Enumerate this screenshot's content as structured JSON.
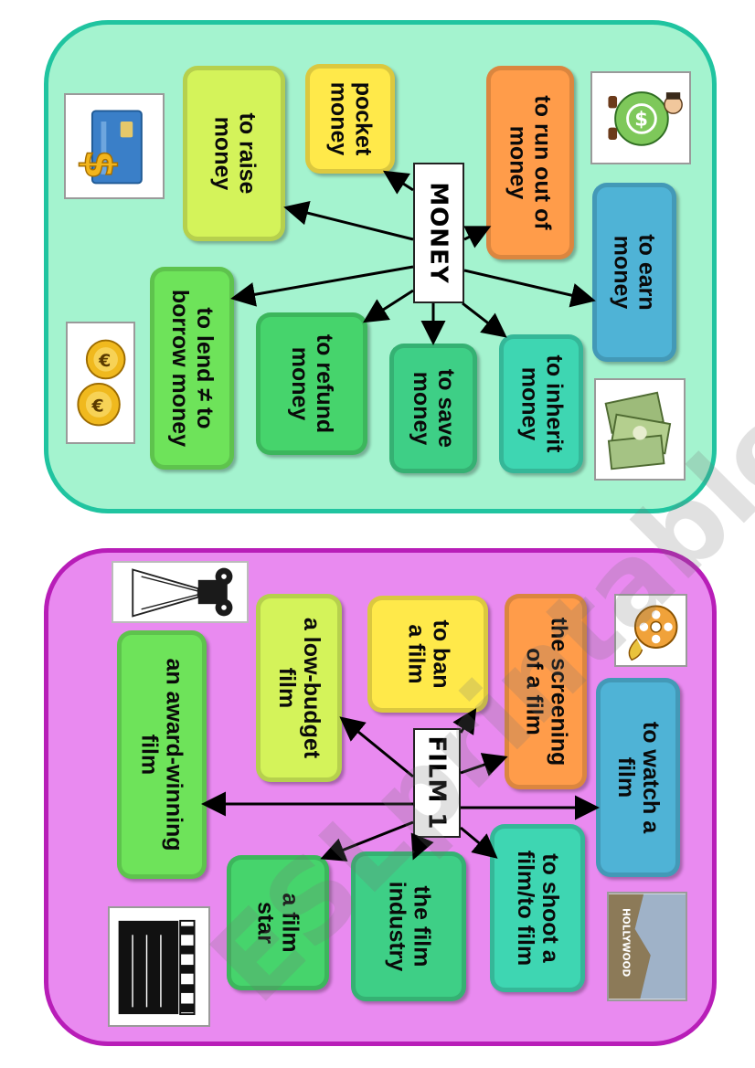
{
  "money": {
    "center": "MONEY",
    "items": {
      "pocket": "pocket\nmoney",
      "raise": "to raise\nmoney",
      "run_out": "to run out of\nmoney",
      "earn": "to earn\nmoney",
      "lend": "to lend ≠ to\nborrow money",
      "refund": "to refund\nmoney",
      "save": "to save\nmoney",
      "inherit": "to inherit\nmoney"
    },
    "icons": [
      "credit-card-dollar-icon",
      "money-bag-man-icon",
      "euro-coins-icon",
      "banknotes-stack-icon"
    ]
  },
  "film": {
    "center": "FILM 1",
    "items": {
      "low_budget": "a low-budget\nfilm",
      "ban": "to ban\na film",
      "screening": "the screening\nof a film",
      "watch": "to watch a\nfilm",
      "award": "an award-winning\nfilm",
      "star": "a film\nstar",
      "industry": "the film\nindustry",
      "shoot": "to shoot a\nfilm/to film"
    },
    "icons": [
      "movie-camera-icon",
      "film-reel-icon",
      "clapperboard-icon",
      "hollywood-sign-icon"
    ],
    "hollywood_label": "HOLLYWOOD"
  },
  "watermark": "ESLprintables.com",
  "colors": {
    "money_bg": "#a4f3cf",
    "money_border": "#20c4a0",
    "film_bg": "#e98af0",
    "film_border": "#b81db8"
  }
}
